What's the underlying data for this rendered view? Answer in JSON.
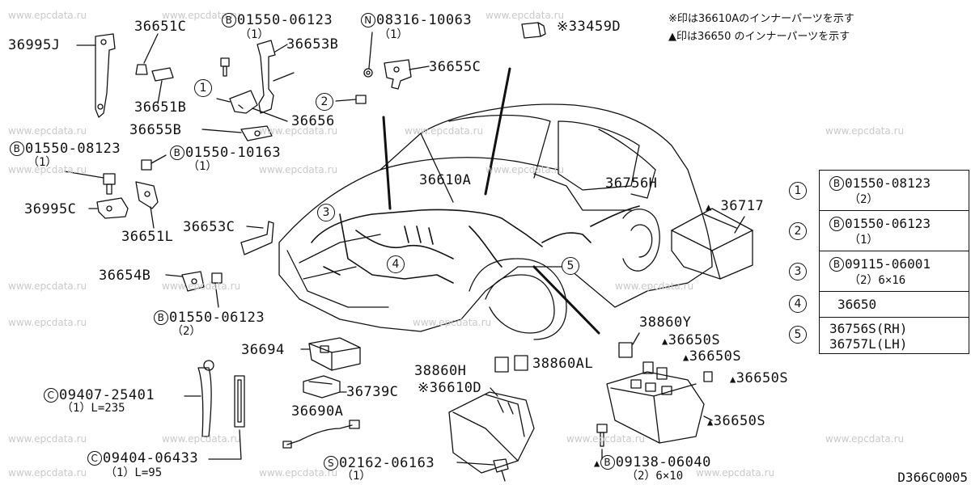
{
  "watermark": "www.epcdata.ru",
  "diagram_code": "D366C0005",
  "notes": {
    "asterisk": "※印は36610Aのインナーパーツを示す",
    "triangle": "▲印は36650 のインナーパーツを示す"
  },
  "parts": {
    "p36995J": "36995J",
    "p36651C": "36651C",
    "p36651B": "36651B",
    "b01550_06123_top": "01550-06123",
    "b01550_06123_top_qty": "（1）",
    "p36653B": "36653B",
    "n08316_10063": "08316-10063",
    "n08316_10063_qty": "（1）",
    "p33459D": "33459D",
    "p36655C": "36655C",
    "p36656": "36656",
    "p36655B": "36655B",
    "b01550_08123": "01550-08123",
    "b01550_08123_qty": "（1）",
    "b01550_10163": "01550-10163",
    "b01550_10163_qty": "（1）",
    "p36995C": "36995C",
    "p36651L": "36651L",
    "p36653C": "36653C",
    "p36610A": "36610A",
    "p36756H": "36756H",
    "p36717": "36717",
    "p36654B": "36654B",
    "b01550_06123_mid": "01550-06123",
    "b01550_06123_mid_qty": "（2）",
    "p38860Y": "38860Y",
    "p36650S": "36650S",
    "p36694": "36694",
    "p38860H": "38860H",
    "p38860AL": "38860AL",
    "p36739C": "36739C",
    "p36610D": "36610D",
    "c09407_25401": "09407-25401",
    "c09407_25401_qty": "（1）L=235",
    "p36690A": "36690A",
    "c09404_06433": "09404-06433",
    "c09404_06433_qty": "（1）L=95",
    "s02162_06163": "02162-06163",
    "s02162_06163_qty": "（1）",
    "b09138_06040": "09138-06040",
    "b09138_06040_qty": "（2）6×10"
  },
  "prefix": {
    "B": "B",
    "N": "N",
    "C": "C",
    "S": "S"
  },
  "marks": {
    "asterisk": "※",
    "triangle": "▲"
  },
  "callouts": [
    "1",
    "2",
    "3",
    "4",
    "5"
  ],
  "legend": [
    {
      "num": "1",
      "prefix": "B",
      "part": "01550-08123",
      "detail": "（2）"
    },
    {
      "num": "2",
      "prefix": "B",
      "part": "01550-06123",
      "detail": "（1）"
    },
    {
      "num": "3",
      "prefix": "B",
      "part": "09115-06001",
      "detail": "（2）6×16"
    },
    {
      "num": "4",
      "prefix": "",
      "part": "36650",
      "detail": ""
    },
    {
      "num": "5",
      "prefix": "",
      "part": "36756S(RH)",
      "detail": "36757L(LH)"
    }
  ]
}
